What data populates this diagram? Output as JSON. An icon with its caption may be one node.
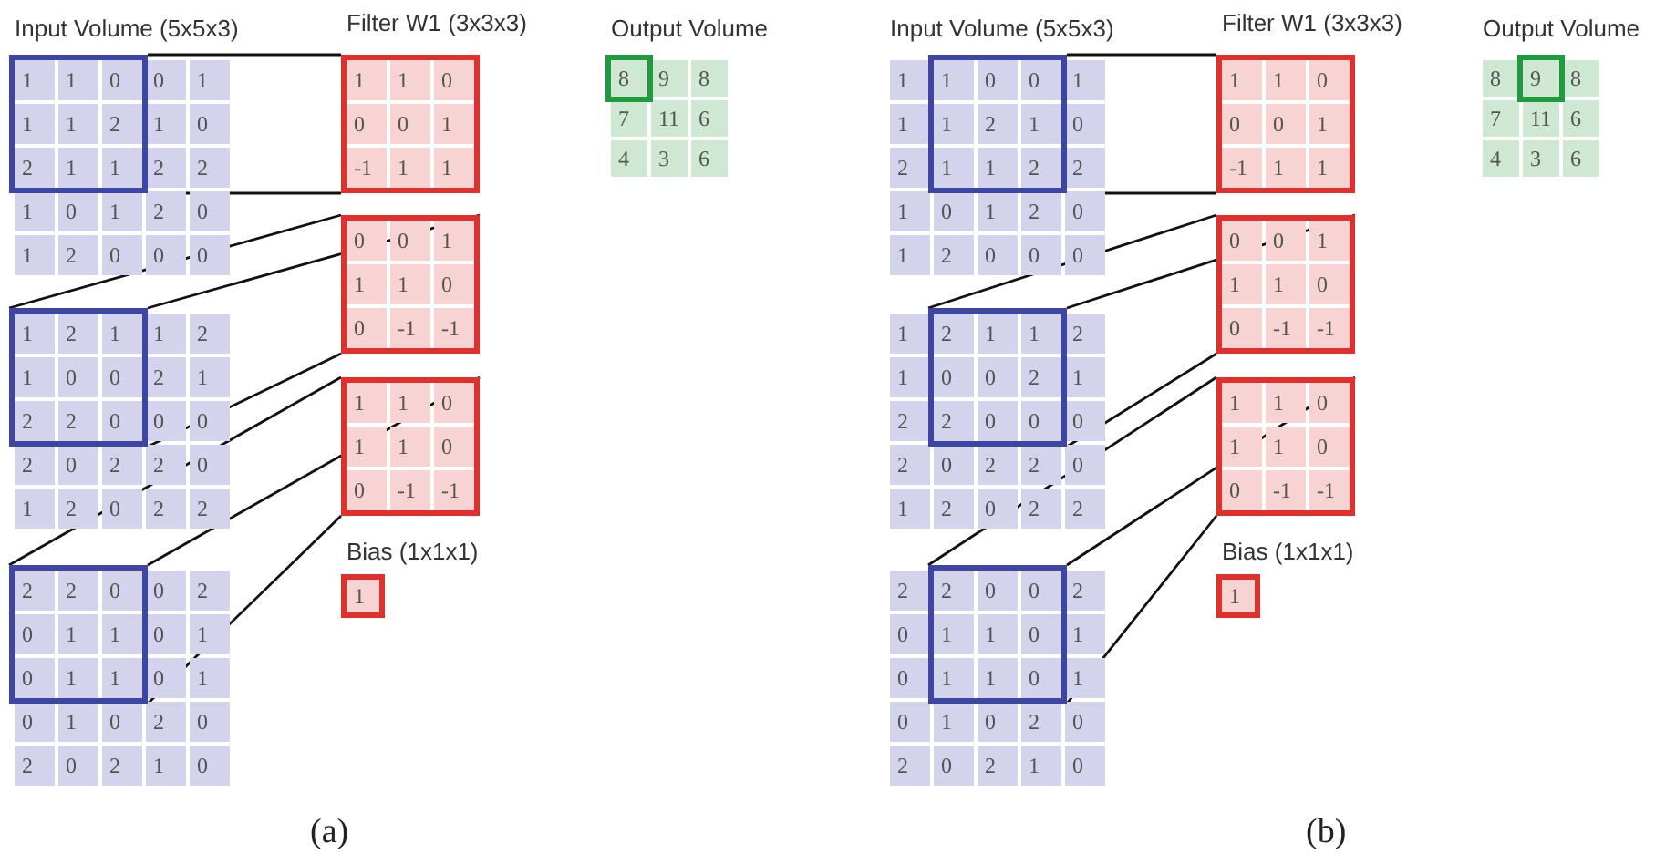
{
  "diagram": {
    "nodes": [
      {
        "text": [
          "0",
          "1",
          "1",
          "0",
          "2",
          "2",
          "1",
          "0",
          "1",
          "2",
          "0",
          "1",
          "2",
          "0",
          "0",
          "0"
        ],
        "beside": [
          "Input Volume (5x5x3)"
        ]
      },
      {
        "text": [
          "1",
          "1",
          "0",
          "1",
          "1",
          "2",
          "2",
          "1",
          "1"
        ],
        "in": 0
      },
      {
        "text": [
          "1",
          "1",
          "0",
          "0",
          "0",
          "1",
          "-1",
          "1",
          "1"
        ],
        "beside": [
          "Filter W1 (3x3x3)"
        ]
      },
      {
        "text": [
          "9",
          "8",
          "7",
          "11",
          "6",
          "4",
          "3",
          "6"
        ],
        "beside": [
          "Output Volume"
        ]
      },
      {
        "text": [
          "8"
        ],
        "in": 3
      },
      {
        "text": [
          "1",
          "2",
          "2",
          "1",
          "0",
          "0",
          "2",
          "0",
          "2",
          "2",
          "0",
          "1",
          "2",
          "0",
          "2",
          "2"
        ]
      },
      {
        "text": [
          "1",
          "2",
          "1",
          "1",
          "0",
          "0",
          "2",
          "2",
          "0"
        ],
        "in": 5
      },
      {
        "text": [
          "0",
          "0",
          "1",
          "1",
          "1",
          "0",
          "0",
          "-1",
          "-1"
        ]
      },
      {
        "text": [
          "0",
          "2",
          "0",
          "1",
          "0",
          "1",
          "0",
          "1",
          "0",
          "2",
          "0",
          "2",
          "0",
          "2",
          "1",
          "0"
        ]
      },
      {
        "text": [
          "2",
          "2",
          "0",
          "0",
          "1",
          "1",
          "0",
          "1",
          "1"
        ],
        "in": 8
      },
      {
        "text": [
          "1",
          "1",
          "0",
          "1",
          "1",
          "0",
          "0",
          "-1",
          "-1"
        ]
      },
      {
        "text": [
          "1"
        ],
        "beside": [
          "Bias (1x1x1)"
        ]
      },
      {
        "text": [
          "1",
          "1",
          "1",
          "0",
          "2",
          "2",
          "1",
          "0",
          "1",
          "2",
          "0",
          "1",
          "2",
          "0",
          "0",
          "0"
        ],
        "beside": [
          "Input Volume (5x5x3)"
        ]
      },
      {
        "text": [
          "1",
          "0",
          "0",
          "1",
          "2",
          "1",
          "1",
          "1",
          "2"
        ],
        "in": 12
      },
      {
        "text": [
          "1",
          "1",
          "0",
          "0",
          "0",
          "1",
          "-1",
          "1",
          "1"
        ],
        "beside": [
          "Filter W1 (3x3x3)"
        ]
      },
      {
        "text": [
          "8",
          "8",
          "7",
          "11",
          "6",
          "4",
          "3",
          "6"
        ],
        "beside": [
          "Output Volume"
        ]
      },
      {
        "text": [
          "9"
        ],
        "in": 15
      },
      {
        "text": [
          "1",
          "2",
          "1",
          "1",
          "2",
          "0",
          "2",
          "0",
          "2",
          "2",
          "0",
          "1",
          "2",
          "0",
          "2",
          "2"
        ]
      },
      {
        "text": [
          "2",
          "1",
          "1",
          "0",
          "0",
          "2",
          "2",
          "0",
          "0"
        ],
        "in": 17
      },
      {
        "text": [
          "0",
          "0",
          "1",
          "1",
          "1",
          "0",
          "0",
          "-1",
          "-1"
        ]
      },
      {
        "text": [
          "2",
          "2",
          "0",
          "1",
          "0",
          "1",
          "0",
          "1",
          "0",
          "2",
          "0",
          "2",
          "0",
          "2",
          "1",
          "0"
        ]
      },
      {
        "text": [
          "2",
          "0",
          "0",
          "1",
          "1",
          "0",
          "1",
          "1",
          "0"
        ],
        "in": 20
      },
      {
        "text": [
          "1",
          "1",
          "0",
          "1",
          "1",
          "0",
          "0",
          "-1",
          "-1"
        ]
      },
      {
        "text": [
          "1"
        ],
        "beside": [
          "Bias (1x1x1)"
        ]
      }
    ],
    "edges": [
      {
        "from": 1,
        "to": 2,
        "arrow": "none"
      },
      {
        "from": 1,
        "to": 2,
        "arrow": "none"
      },
      {
        "from": 6,
        "to": 7,
        "arrow": "none"
      },
      {
        "from": 6,
        "to": 7,
        "arrow": "none"
      },
      {
        "from": 6,
        "to": 7,
        "arrow": "none"
      },
      {
        "from": 9,
        "to": 10,
        "arrow": "none"
      },
      {
        "from": 9,
        "to": 10,
        "arrow": "none"
      },
      {
        "from": 9,
        "to": 10,
        "arrow": "none"
      },
      {
        "from": 13,
        "to": 14,
        "arrow": "none"
      },
      {
        "from": 13,
        "to": 14,
        "arrow": "none"
      },
      {
        "from": 18,
        "to": 19,
        "arrow": "none"
      },
      {
        "from": 18,
        "to": 19,
        "arrow": "none"
      },
      {
        "from": 18,
        "to": 19,
        "arrow": "none"
      },
      {
        "from": 21,
        "to": 22,
        "arrow": "none"
      },
      {
        "from": 21,
        "to": 22,
        "arrow": "none"
      },
      {
        "from": 21,
        "to": 22,
        "arrow": "none"
      }
    ],
    "labels": [
      "(a)",
      "(b)"
    ]
  }
}
